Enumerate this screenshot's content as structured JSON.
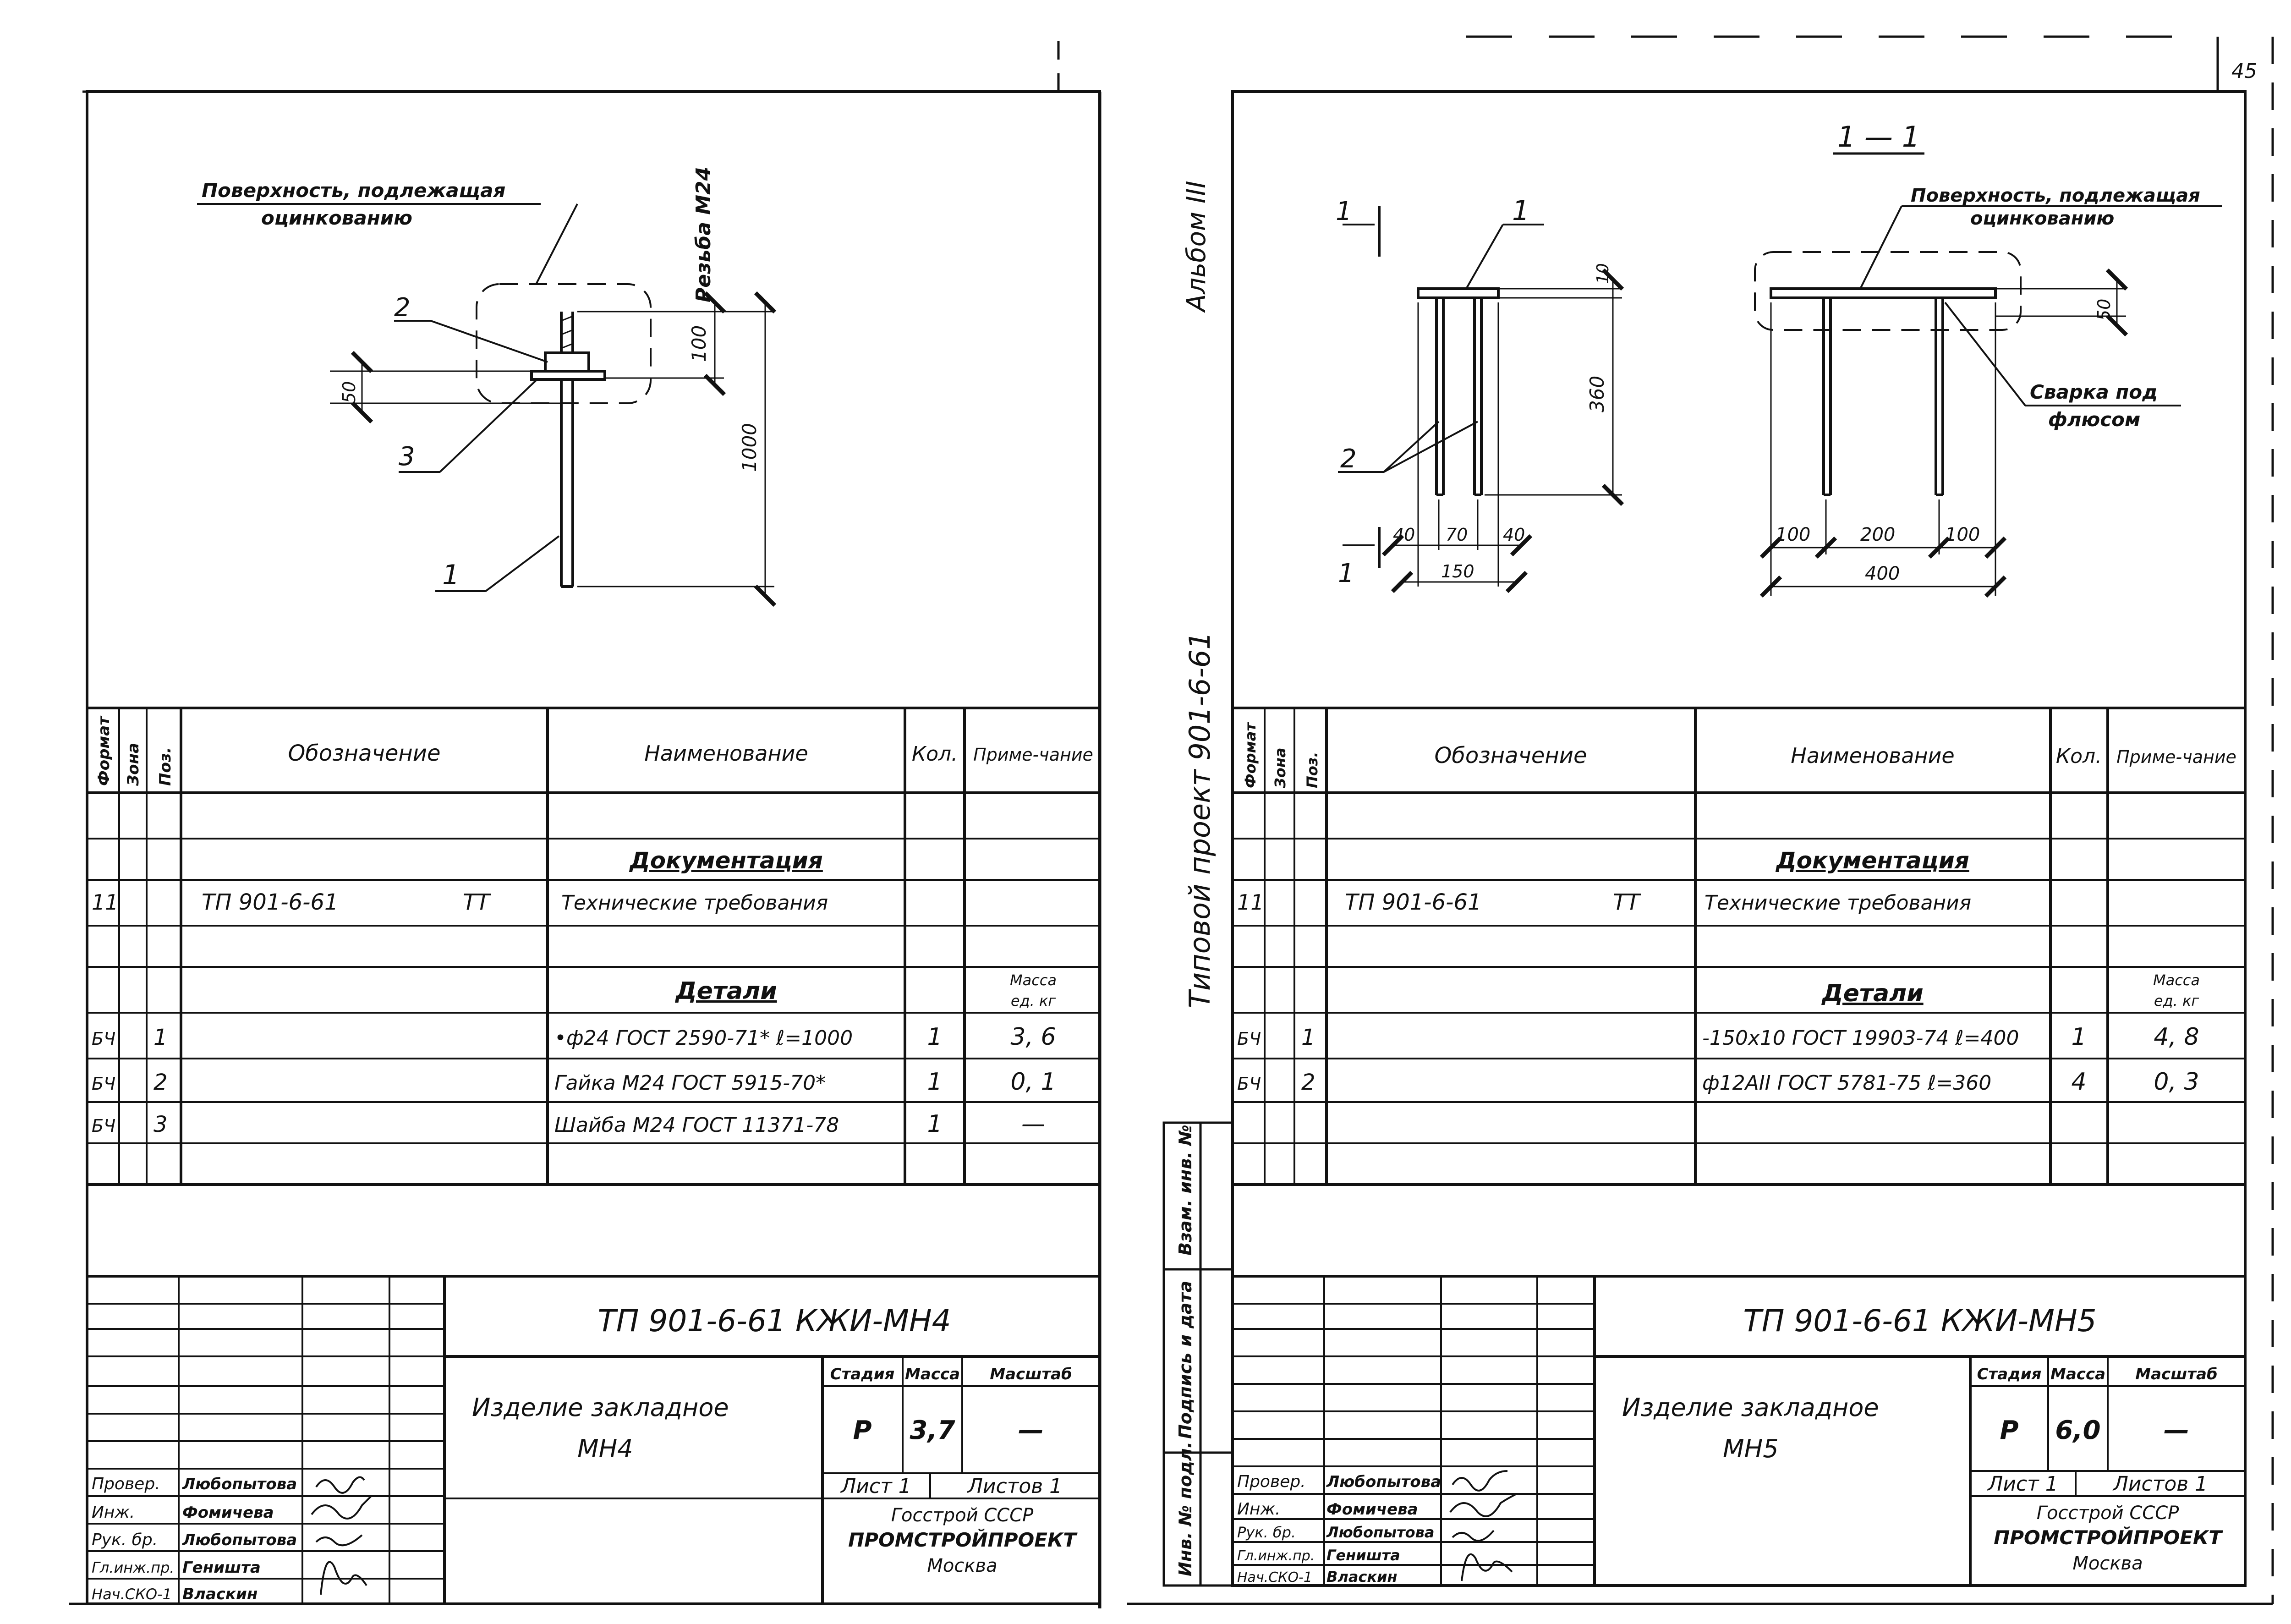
{
  "page_number": "45",
  "side_stamp": {
    "album": "Альбом III",
    "project": "Типовой проект 901-6-61",
    "inv_no": "Инв. № подл.",
    "sign_date": "Подпись и дата",
    "vzam": "Взам. инв. №"
  },
  "sheets": [
    {
      "drawing": {
        "surface_note_1": "Поверхность, подлежащая",
        "surface_note_2": "оцинкованию",
        "thread_label": "Резьба М24",
        "callouts": [
          "1",
          "2",
          "3"
        ],
        "dims": [
          "100",
          "1000",
          "50"
        ]
      },
      "spec": {
        "headers": {
          "format": "Формат",
          "zone": "Зона",
          "pos": "Поз.",
          "designation": "Обозначение",
          "name": "Наименование",
          "qty": "Кол.",
          "note": "Приме-чание"
        },
        "doc_section": "Документация",
        "doc_row": {
          "format": "11",
          "designation": "ТП 901-6-61",
          "code": "ТТ",
          "name": "Технические требования"
        },
        "parts_section": "Детали",
        "mass_header_1": "Масса",
        "mass_header_2": "ед. кг",
        "parts": [
          {
            "format": "БЧ",
            "pos": "1",
            "name": "•ф24 ГОСТ 2590-71* ℓ=1000",
            "qty": "1",
            "mass": "3, 6"
          },
          {
            "format": "БЧ",
            "pos": "2",
            "name": "Гайка М24 ГОСТ 5915-70*",
            "qty": "1",
            "mass": "0, 1"
          },
          {
            "format": "БЧ",
            "pos": "3",
            "name": "Шайба М24 ГОСТ 11371-78",
            "qty": "1",
            "mass": "—"
          }
        ]
      },
      "title_block": {
        "code": "ТП 901-6-61 КЖИ-МН4",
        "item_1": "Изделие закладное",
        "item_2": "МН4",
        "stage_label": "Стадия",
        "mass_label": "Масса",
        "scale_label": "Масштаб",
        "stage": "Р",
        "mass": "3,7",
        "scale": "—",
        "sheet_label": "Лист 1",
        "sheets_label": "Листов 1",
        "org_1": "Госстрой СССР",
        "org_2": "ПРОМСТРОЙПРОЕКТ",
        "org_3": "Москва",
        "roles": [
          {
            "role": "Провер.",
            "name": "Любопытова"
          },
          {
            "role": "Инж.",
            "name": "Фомичева"
          },
          {
            "role": "Рук. бр.",
            "name": "Любопытова"
          },
          {
            "role": "Гл.инж.пр.",
            "name": "Геништа"
          },
          {
            "role": "Нач.СКО-1",
            "name": "Власкин"
          }
        ]
      }
    },
    {
      "drawing": {
        "section_label": "1 — 1",
        "section_mark": "1",
        "surface_note_1": "Поверхность, подлежащая",
        "surface_note_2": "оцинкованию",
        "weld_note_1": "Сварка под",
        "weld_note_2": "флюсом",
        "callouts": [
          "1",
          "2"
        ],
        "dims_side": [
          "10",
          "360",
          "40",
          "70",
          "40",
          "150"
        ],
        "dims_front": [
          "50",
          "100",
          "200",
          "100",
          "400"
        ]
      },
      "spec": {
        "headers": {
          "format": "Формат",
          "zone": "Зона",
          "pos": "Поз.",
          "designation": "Обозначение",
          "name": "Наименование",
          "qty": "Кол.",
          "note": "Приме-чание"
        },
        "doc_section": "Документация",
        "doc_row": {
          "format": "11",
          "designation": "ТП 901-6-61",
          "code": "ТТ",
          "name": "Технические требования"
        },
        "parts_section": "Детали",
        "mass_header_1": "Масса",
        "mass_header_2": "ед. кг",
        "parts": [
          {
            "format": "БЧ",
            "pos": "1",
            "name": "-150x10 ГОСТ 19903-74 ℓ=400",
            "qty": "1",
            "mass": "4, 8"
          },
          {
            "format": "БЧ",
            "pos": "2",
            "name": "ф12АII ГОСТ 5781-75 ℓ=360",
            "qty": "4",
            "mass": "0, 3"
          }
        ]
      },
      "title_block": {
        "code": "ТП 901-6-61 КЖИ-МН5",
        "item_1": "Изделие закладное",
        "item_2": "МН5",
        "stage_label": "Стадия",
        "mass_label": "Масса",
        "scale_label": "Масштаб",
        "stage": "Р",
        "mass": "6,0",
        "scale": "—",
        "sheet_label": "Лист 1",
        "sheets_label": "Листов 1",
        "org_1": "Госстрой СССР",
        "org_2": "ПРОМСТРОЙПРОЕКТ",
        "org_3": "Москва",
        "roles": [
          {
            "role": "Провер.",
            "name": "Любопытова"
          },
          {
            "role": "Инж.",
            "name": "Фомичева"
          },
          {
            "role": "Рук. бр.",
            "name": "Любопытова"
          },
          {
            "role": "Гл.инж.пр.",
            "name": "Геништа"
          },
          {
            "role": "Нач.СКО-1",
            "name": "Власкин"
          }
        ]
      }
    }
  ]
}
